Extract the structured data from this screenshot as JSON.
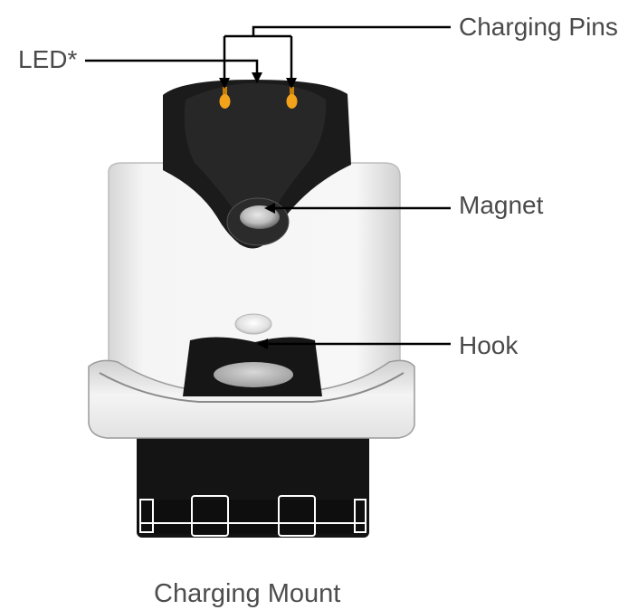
{
  "labels": {
    "charging_pins": "Charging Pins",
    "led": "LED*",
    "magnet": "Magnet",
    "hook": "Hook"
  },
  "caption": "Charging Mount",
  "colors": {
    "body_black": "#1a1a1a",
    "shell_light": "#f2f2f2",
    "shell_shadow": "#c9c9c9",
    "pin_orange": "#f2a21b",
    "leader_line": "#000000",
    "label_text": "#4a4a4a"
  }
}
